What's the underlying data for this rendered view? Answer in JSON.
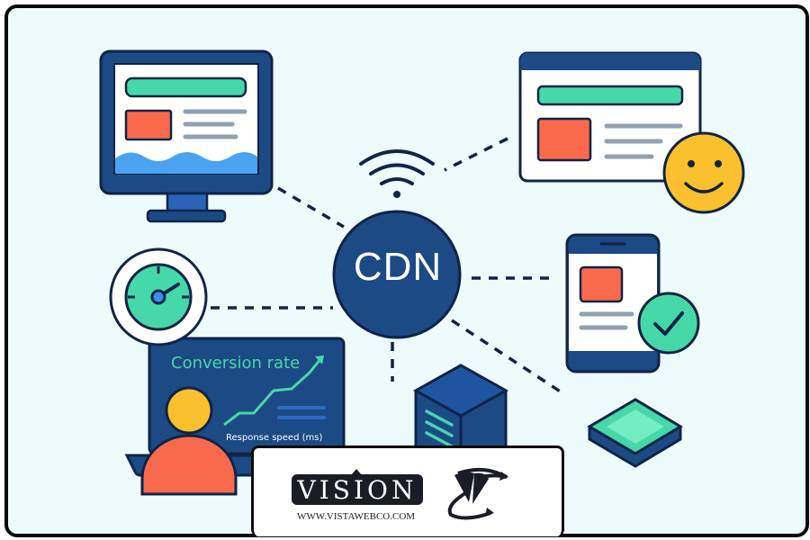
{
  "diagram": {
    "center_node": {
      "label": "CDN",
      "icon": "wifi-icon"
    },
    "nodes": [
      {
        "id": "desktop-monitor",
        "icon": "monitor-icon"
      },
      {
        "id": "browser-window",
        "icon": "browser-window-icon",
        "badge": "smiley-face-icon"
      },
      {
        "id": "mobile-phone",
        "icon": "phone-icon",
        "badge": "checkmark-icon"
      },
      {
        "id": "edge-node",
        "icon": "green-tile-icon"
      },
      {
        "id": "server",
        "icon": "server-box-icon"
      },
      {
        "id": "stopwatch",
        "icon": "stopwatch-icon"
      },
      {
        "id": "analytics-screen",
        "icon": "chart-screen-icon"
      }
    ],
    "analytics": {
      "title": "Conversion rate",
      "axis_label": "Response speed (ms)"
    }
  },
  "logo": {
    "brand": "VISION",
    "url_text": "WWW.VISTAWEBCO.COM"
  },
  "colors": {
    "navy": "#1c4a85",
    "dark_outline": "#0f2447",
    "green": "#46d8a8",
    "orange": "#f96a4c",
    "yellow": "#fbc02d",
    "gray_line": "#8fa1b3",
    "background": "#eefbfd"
  }
}
